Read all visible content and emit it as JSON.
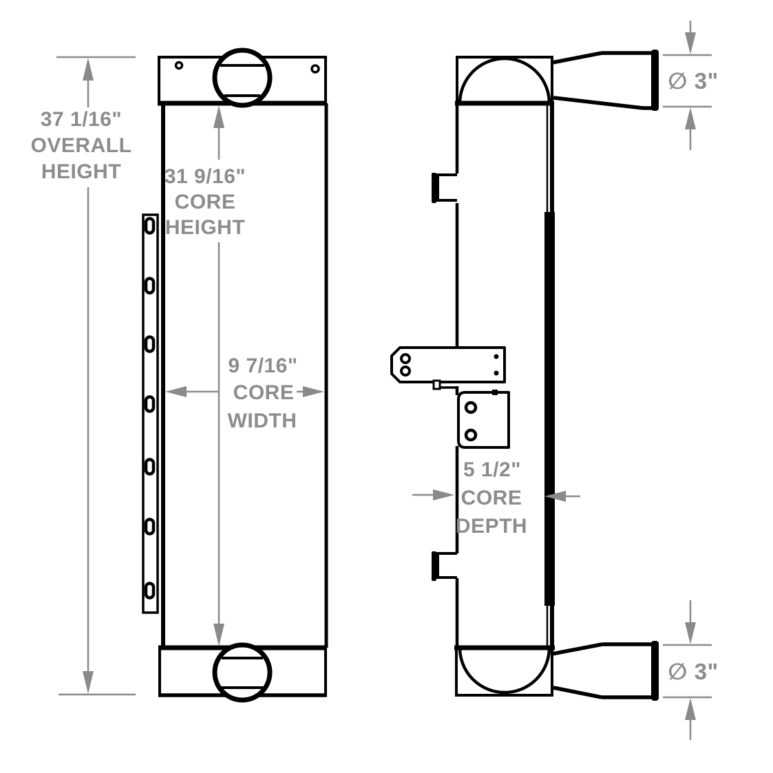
{
  "annotations": {
    "overall_height": {
      "value": "37 1/16\"",
      "line2": "OVERALL",
      "line3": "HEIGHT"
    },
    "core_height": {
      "value": "31 9/16\"",
      "line2": "CORE",
      "line3": "HEIGHT"
    },
    "core_width": {
      "value": "9 7/16\"",
      "line2": "CORE",
      "line3": "WIDTH"
    },
    "core_depth": {
      "value": "5 1/2\"",
      "line2": "CORE",
      "line3": "DEPTH"
    },
    "top_port_diameter": "∅ 3\"",
    "bottom_port_diameter": "∅ 3\""
  },
  "colors": {
    "part_line": "#000000",
    "dimension": "#8c8c8c",
    "background": "#ffffff"
  }
}
